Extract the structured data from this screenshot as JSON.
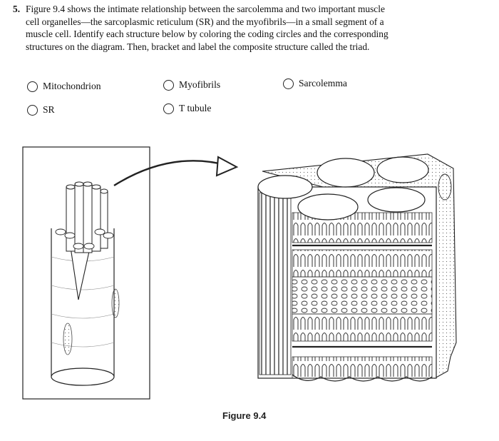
{
  "question": {
    "number": "5.",
    "text": "Figure 9.4 shows the intimate relationship between the sarcolemma and two important muscle cell organelles—the sarcoplasmic reticulum (SR) and the myofibrils—in a small segment of a muscle cell. Identify each structure below by coloring the coding circles and the corresponding structures on the diagram. Then, bracket and label the composite structure called the triad."
  },
  "options": [
    {
      "label": "Mitochondrion"
    },
    {
      "label": "Myofibrils"
    },
    {
      "label": "Sarcolemma"
    },
    {
      "label": "SR"
    },
    {
      "label": "T tubule"
    }
  ],
  "figure": {
    "caption": "Figure 9.4"
  }
}
